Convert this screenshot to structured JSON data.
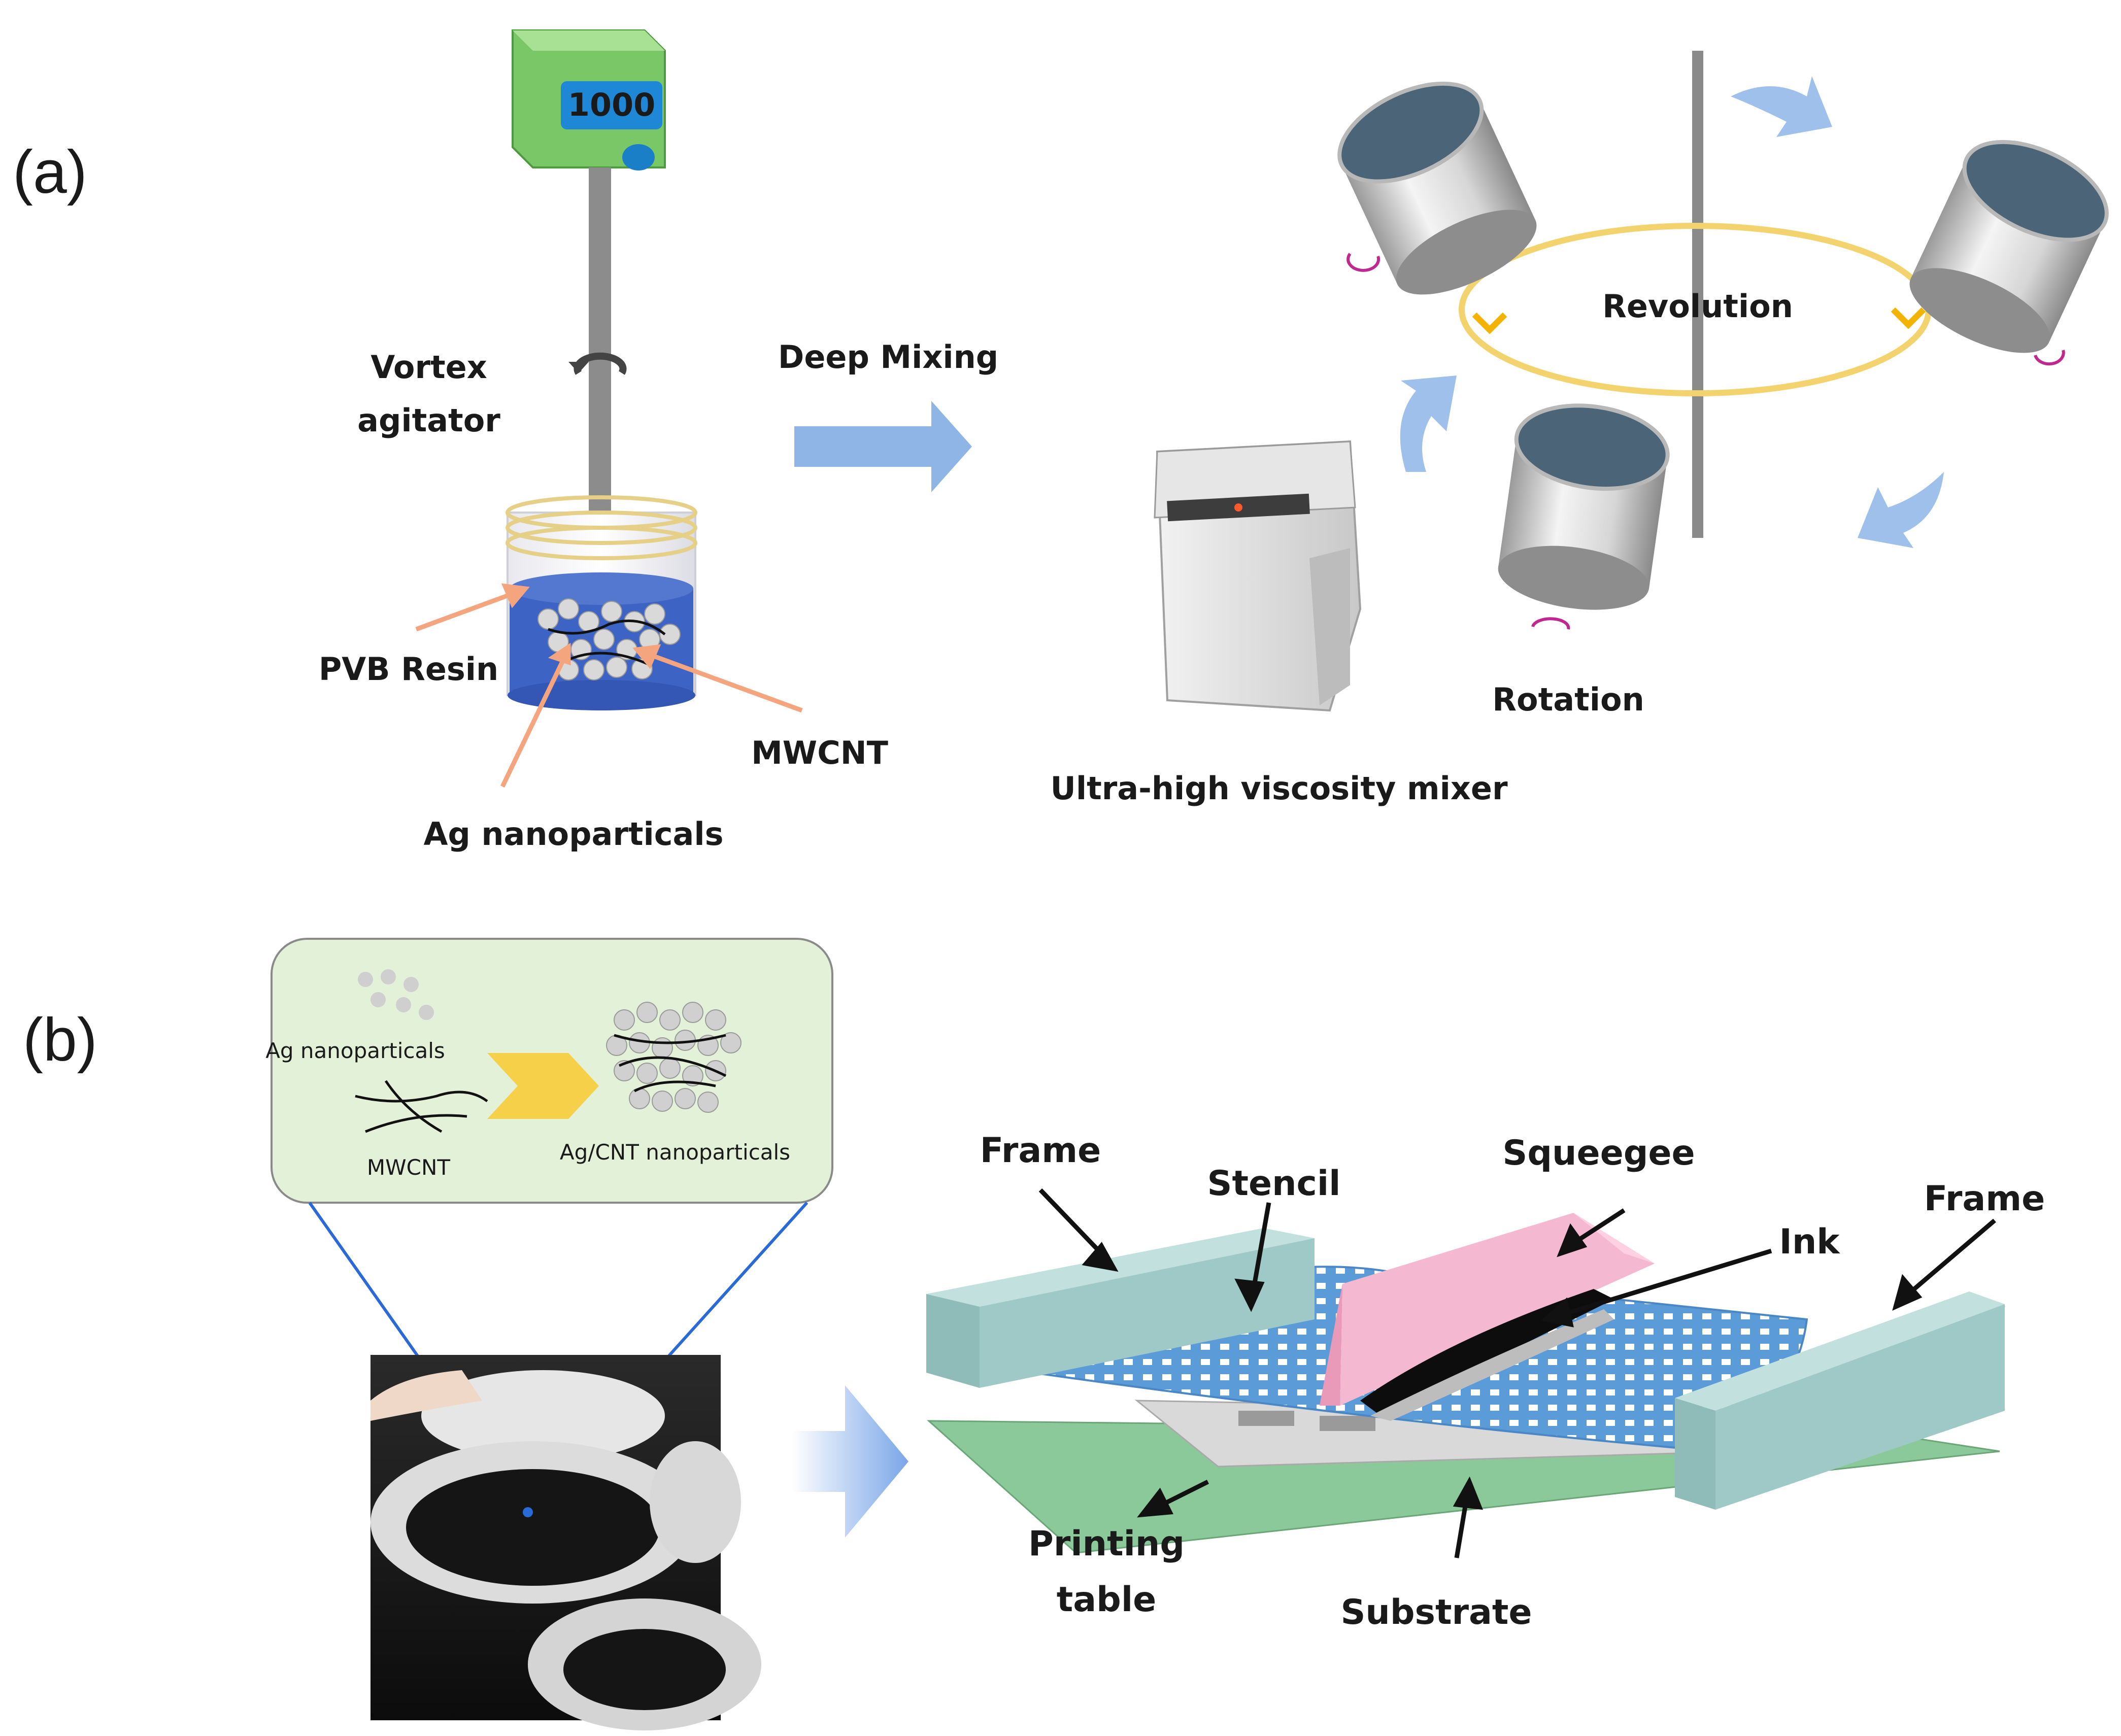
{
  "panels": {
    "a": {
      "label": "(a)",
      "agitator_display": "1000",
      "agitator_label_1": "Vortex",
      "agitator_label_2": "agitator",
      "pvb": "PVB Resin",
      "mwcnt": "MWCNT",
      "ag": "Ag nanoparticals",
      "deep_mixing": "Deep Mixing",
      "mixer": "Ultra-high viscosity mixer",
      "revolution": "Revolution",
      "rotation": "Rotation"
    },
    "b": {
      "label": "(b)",
      "inset_ag": "Ag nanoparticals",
      "inset_mwcnt": "MWCNT",
      "inset_result": "Ag/CNT nanoparticals",
      "frame_left": "Frame",
      "stencil": "Stencil",
      "squeegee": "Squeegee",
      "ink": "Ink",
      "frame_right": "Frame",
      "printing_table_1": "Printing",
      "printing_table_2": "table",
      "substrate": "Substrate"
    }
  },
  "colors": {
    "agitator_box": "#8fd37a",
    "agitator_screen": "#1e88d6",
    "resin": "#3d63c4",
    "arrow_blue": "#8fb4e6",
    "ring": "#f3d36e",
    "inset_bg": "#e3f1d9",
    "chevron": "#f7d04a",
    "frame_block": "#9fc9c6",
    "stencil": "#5b9bd8",
    "squeegee": "#ef9fbf",
    "table": "#8cc99a",
    "rotation_arrow": "#c0288f"
  }
}
